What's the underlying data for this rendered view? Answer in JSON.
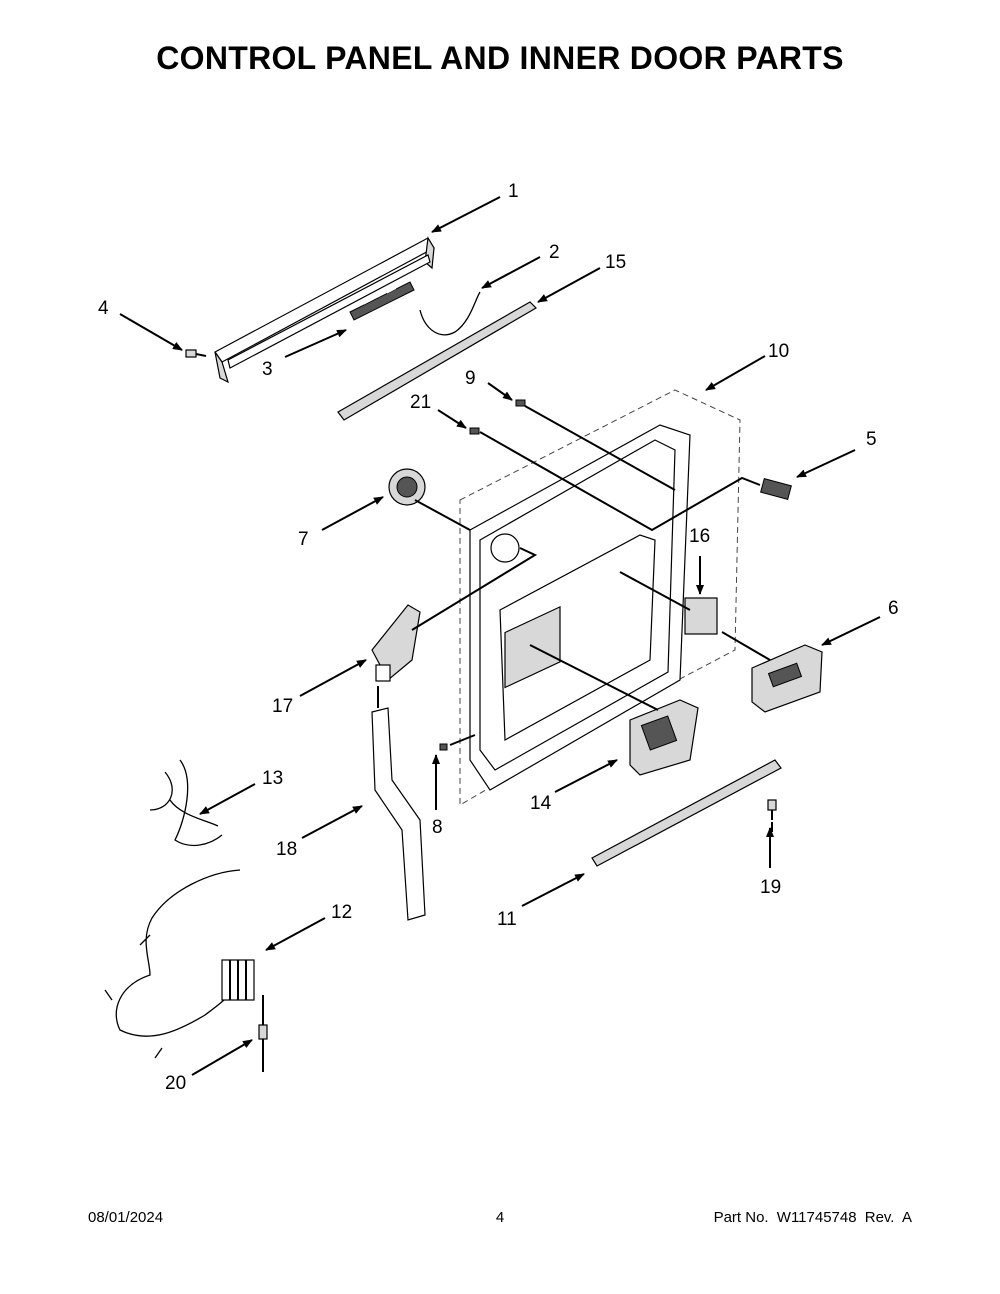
{
  "page": {
    "title": "CONTROL PANEL AND INNER DOOR PARTS"
  },
  "callouts": [
    "1",
    "2",
    "3",
    "4",
    "5",
    "6",
    "7",
    "8",
    "9",
    "10",
    "11",
    "12",
    "13",
    "14",
    "15",
    "16",
    "17",
    "18",
    "19",
    "20",
    "21"
  ],
  "footer": {
    "date": "08/01/2024",
    "page_number": "4",
    "part_label": "Part No.",
    "part_number": "W11745748",
    "revision": "Rev.  A"
  }
}
